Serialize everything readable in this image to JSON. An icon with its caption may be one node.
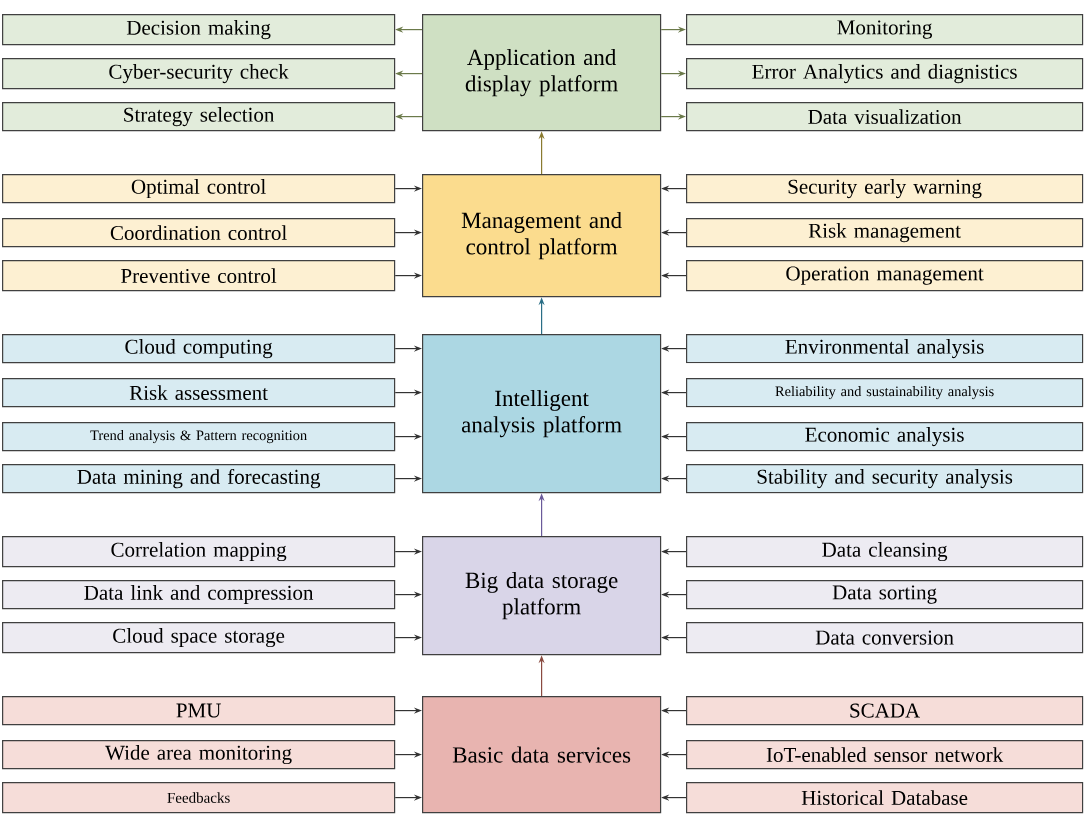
{
  "diagram": {
    "nodes": [
      {
        "text": [
          "Application and display platform"
        ]
      },
      {
        "text": [
          "Decision making"
        ]
      },
      {
        "text": [
          "Cyber-security check"
        ]
      },
      {
        "text": [
          "Strategy selection"
        ]
      },
      {
        "text": [
          "Monitoring"
        ]
      },
      {
        "text": [
          "Error Analytics and diagnistics"
        ]
      },
      {
        "text": [
          "Data visualization"
        ]
      },
      {
        "text": [
          "Management and control platform"
        ]
      },
      {
        "text": [
          "Optimal control"
        ]
      },
      {
        "text": [
          "Coordination control"
        ]
      },
      {
        "text": [
          "Preventive control"
        ]
      },
      {
        "text": [
          "Security early warning"
        ]
      },
      {
        "text": [
          "Risk management"
        ]
      },
      {
        "text": [
          "Operation management"
        ]
      },
      {
        "text": [
          "Intelligent analysis platform"
        ]
      },
      {
        "text": [
          "Cloud computing"
        ]
      },
      {
        "text": [
          "Risk assessment"
        ]
      },
      {
        "text": [
          "Trend analysis & Pattern recognition"
        ]
      },
      {
        "text": [
          "Data mining and forecasting"
        ]
      },
      {
        "text": [
          "Environmental analysis"
        ]
      },
      {
        "text": [
          "Reliability and sustainability analysis"
        ]
      },
      {
        "text": [
          "Economic analysis"
        ]
      },
      {
        "text": [
          "Stability and security analysis"
        ]
      },
      {
        "text": [
          "Big data storage platform"
        ]
      },
      {
        "text": [
          "Correlation mapping"
        ]
      },
      {
        "text": [
          "Data link and compression"
        ]
      },
      {
        "text": [
          "Cloud space storage"
        ]
      },
      {
        "text": [
          "Data cleansing"
        ]
      },
      {
        "text": [
          "Data sorting"
        ]
      },
      {
        "text": [
          "Data conversion"
        ]
      },
      {
        "text": [
          "Basic data services"
        ]
      },
      {
        "text": [
          "PMU"
        ]
      },
      {
        "text": [
          "Wide area monitoring"
        ]
      },
      {
        "text": [
          "Feedbacks"
        ]
      },
      {
        "text": [
          "SCADA"
        ]
      },
      {
        "text": [
          "IoT-enabled sensor network"
        ]
      },
      {
        "text": [
          "Historical Database"
        ]
      }
    ],
    "edges": [
      {
        "from": 0,
        "to": 1,
        "arrow": "to",
        "color": "#6b7a4a"
      },
      {
        "from": 0,
        "to": 2,
        "arrow": "to",
        "color": "#6b7a4a"
      },
      {
        "from": 0,
        "to": 3,
        "arrow": "to",
        "color": "#6b7a4a"
      },
      {
        "from": 0,
        "to": 4,
        "arrow": "to",
        "color": "#6b7a4a"
      },
      {
        "from": 0,
        "to": 5,
        "arrow": "to",
        "color": "#6b7a4a"
      },
      {
        "from": 0,
        "to": 6,
        "arrow": "to",
        "color": "#6b7a4a"
      },
      {
        "from": 8,
        "to": 7,
        "arrow": "to"
      },
      {
        "from": 9,
        "to": 7,
        "arrow": "to"
      },
      {
        "from": 10,
        "to": 7,
        "arrow": "to"
      },
      {
        "from": 11,
        "to": 7,
        "arrow": "to"
      },
      {
        "from": 12,
        "to": 7,
        "arrow": "to"
      },
      {
        "from": 13,
        "to": 7,
        "arrow": "to"
      },
      {
        "from": 15,
        "to": 14,
        "arrow": "to"
      },
      {
        "from": 16,
        "to": 14,
        "arrow": "to"
      },
      {
        "from": 17,
        "to": 14,
        "arrow": "to"
      },
      {
        "from": 18,
        "to": 14,
        "arrow": "to"
      },
      {
        "from": 19,
        "to": 14,
        "arrow": "to"
      },
      {
        "from": 20,
        "to": 14,
        "arrow": "to"
      },
      {
        "from": 21,
        "to": 14,
        "arrow": "to"
      },
      {
        "from": 22,
        "to": 14,
        "arrow": "to"
      },
      {
        "from": 24,
        "to": 23,
        "arrow": "to"
      },
      {
        "from": 25,
        "to": 23,
        "arrow": "to"
      },
      {
        "from": 26,
        "to": 23,
        "arrow": "to"
      },
      {
        "from": 27,
        "to": 23,
        "arrow": "to"
      },
      {
        "from": 28,
        "to": 23,
        "arrow": "to"
      },
      {
        "from": 29,
        "to": 23,
        "arrow": "to"
      },
      {
        "from": 31,
        "to": 30,
        "arrow": "to"
      },
      {
        "from": 32,
        "to": 30,
        "arrow": "to"
      },
      {
        "from": 33,
        "to": 30,
        "arrow": "to"
      },
      {
        "from": 34,
        "to": 30,
        "arrow": "to"
      },
      {
        "from": 35,
        "to": 30,
        "arrow": "to"
      },
      {
        "from": 36,
        "to": 30,
        "arrow": "to"
      },
      {
        "from": 30,
        "to": 23,
        "arrow": "to",
        "color": "#8a4a40"
      },
      {
        "from": 23,
        "to": 14,
        "arrow": "to",
        "color": "#6a5a9a"
      },
      {
        "from": 14,
        "to": 7,
        "arrow": "to",
        "color": "#2a6e86"
      },
      {
        "from": 7,
        "to": 0,
        "arrow": "to",
        "color": "#8a7a30"
      }
    ]
  }
}
